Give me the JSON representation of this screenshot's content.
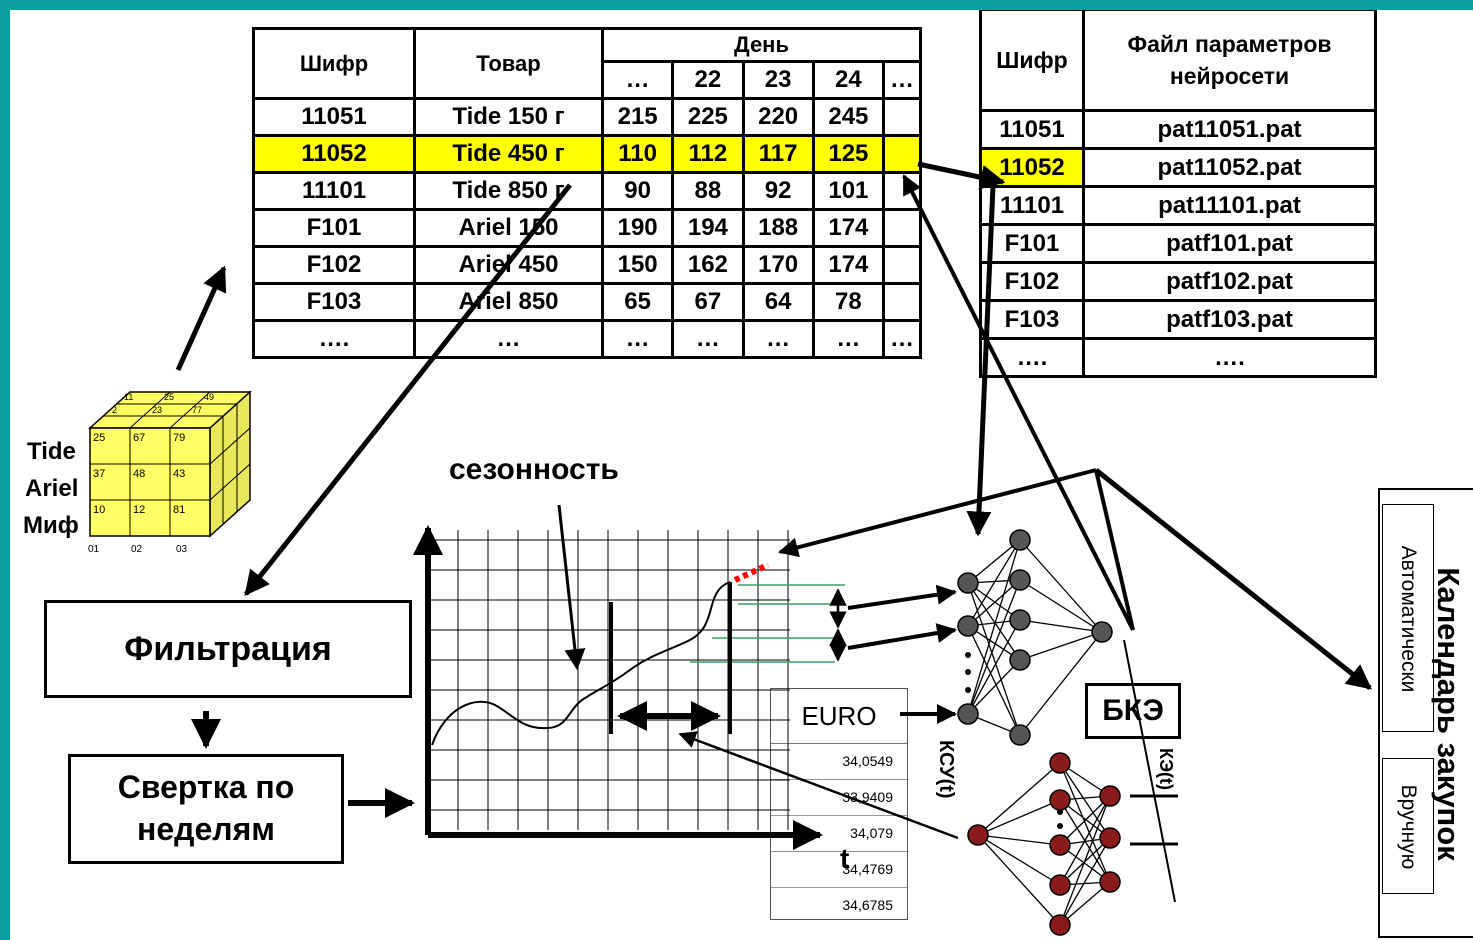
{
  "product_table": {
    "h_code": "Шифр",
    "h_goods": "Товар",
    "h_day": "День",
    "days": [
      "…",
      "22",
      "23",
      "24",
      "…"
    ],
    "rows": [
      {
        "code": "11051",
        "goods": "Tide 150 г",
        "v": [
          "215",
          "225",
          "220",
          "245",
          ""
        ]
      },
      {
        "code": "11052",
        "goods": "Tide 450 г",
        "v": [
          "110",
          "112",
          "117",
          "125",
          ""
        ]
      },
      {
        "code": "11101",
        "goods": "Tide 850 г",
        "v": [
          "90",
          "88",
          "92",
          "101",
          ""
        ]
      },
      {
        "code": "F101",
        "goods": "Ariel 150",
        "v": [
          "190",
          "194",
          "188",
          "174",
          ""
        ]
      },
      {
        "code": "F102",
        "goods": "Ariel 450",
        "v": [
          "150",
          "162",
          "170",
          "174",
          ""
        ]
      },
      {
        "code": "F103",
        "goods": "Ariel 850",
        "v": [
          "65",
          "67",
          "64",
          "78",
          ""
        ]
      },
      {
        "code": "….",
        "goods": "…",
        "v": [
          "…",
          "…",
          "…",
          "…",
          "…"
        ]
      }
    ]
  },
  "param_table": {
    "h_code": "Шифр",
    "h_file": "Файл параметров нейросети",
    "rows": [
      {
        "code": "11051",
        "file": "pat11051.pat"
      },
      {
        "code": "11052",
        "file": "pat11052.pat"
      },
      {
        "code": "11101",
        "file": "pat11101.pat"
      },
      {
        "code": "F101",
        "file": "patf101.pat"
      },
      {
        "code": "F102",
        "file": "patf102.pat"
      },
      {
        "code": "F103",
        "file": "patf103.pat"
      },
      {
        "code": "….",
        "file": "…."
      }
    ]
  },
  "cube": {
    "rows": [
      "Tide",
      "Ariel",
      "Миф"
    ],
    "front": [
      [
        "25",
        "67",
        "79"
      ],
      [
        "37",
        "48",
        "43"
      ],
      [
        "10",
        "12",
        "81"
      ]
    ],
    "top": [
      "11",
      "25",
      "49",
      "2",
      "23",
      "77"
    ],
    "cols": [
      "01",
      "02",
      "03"
    ]
  },
  "filter_label": "Фильтрация",
  "convolution_label": "Свертка по неделям",
  "seasonality_label": "сезонность",
  "euro": {
    "label": "EURO",
    "values": [
      "34,0549",
      "33,9409",
      "34,079",
      "34,4769",
      "34,6785"
    ]
  },
  "axis_t": "t",
  "ksu_label": "КСУ(t)",
  "bke_label": "БКЭ",
  "ke_label": "КЭ(t)",
  "calendar": {
    "title": "Календарь закупок",
    "auto": "Автоматически",
    "manual": "Вручную"
  },
  "colors": {
    "frame": "#0a9e9e",
    "highlight": "#ffff00",
    "cube": "#ffff66",
    "node": "#555555",
    "node_red": "#8b1a1a",
    "forecast": "#ff0000",
    "guide": "#3a9e6a"
  }
}
